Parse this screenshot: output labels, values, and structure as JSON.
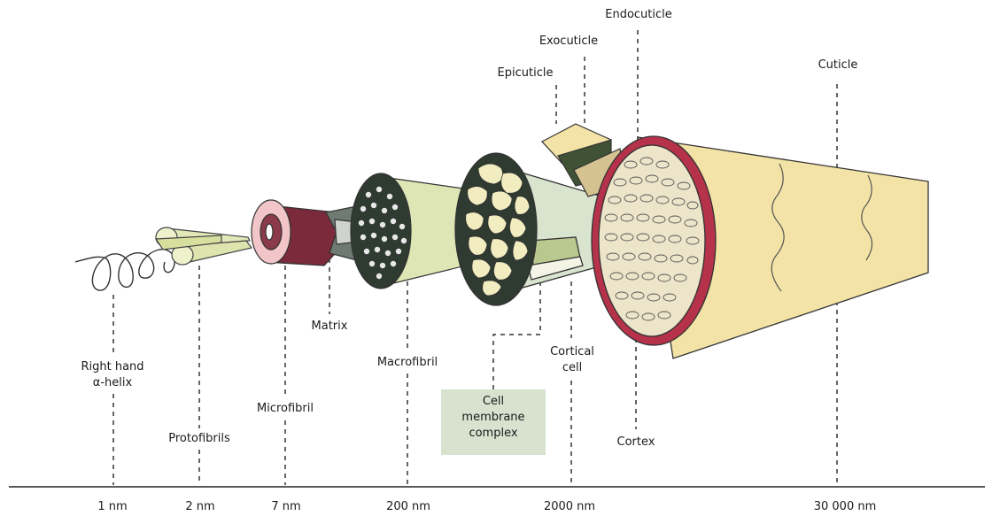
{
  "labels": {
    "endocuticle": "Endocuticle",
    "exocuticle": "Exocuticle",
    "epicuticle": "Epicuticle",
    "cuticle": "Cuticle",
    "matrix": "Matrix",
    "macrofibril": "Macrofibril",
    "cortical_cell": "Cortical\ncell",
    "right_hand_helix": "Right hand\nα-helix",
    "microfibril": "Microfibril",
    "protofibrils": "Protofibrils",
    "cell_membrane_complex": "Cell\nmembrane\ncomplex",
    "cortex": "Cortex"
  },
  "scale": [
    "1 nm",
    "2 nm",
    "7 nm",
    "200 nm",
    "2000 nm",
    "30 000 nm"
  ],
  "colors": {
    "cuticle_fill": "#f3e3a6",
    "cortex_fill": "#ede5c9",
    "endocuticle_red": "#b5324a",
    "exocuticle_green": "#3f5235",
    "macrofibril_dark": "#2f3a30",
    "cone_green": "#dde6b4",
    "microfibril_maroon": "#7a2a3a",
    "microfibril_pink": "#f2c6c9",
    "cmc_box": "#d7e2cf"
  }
}
